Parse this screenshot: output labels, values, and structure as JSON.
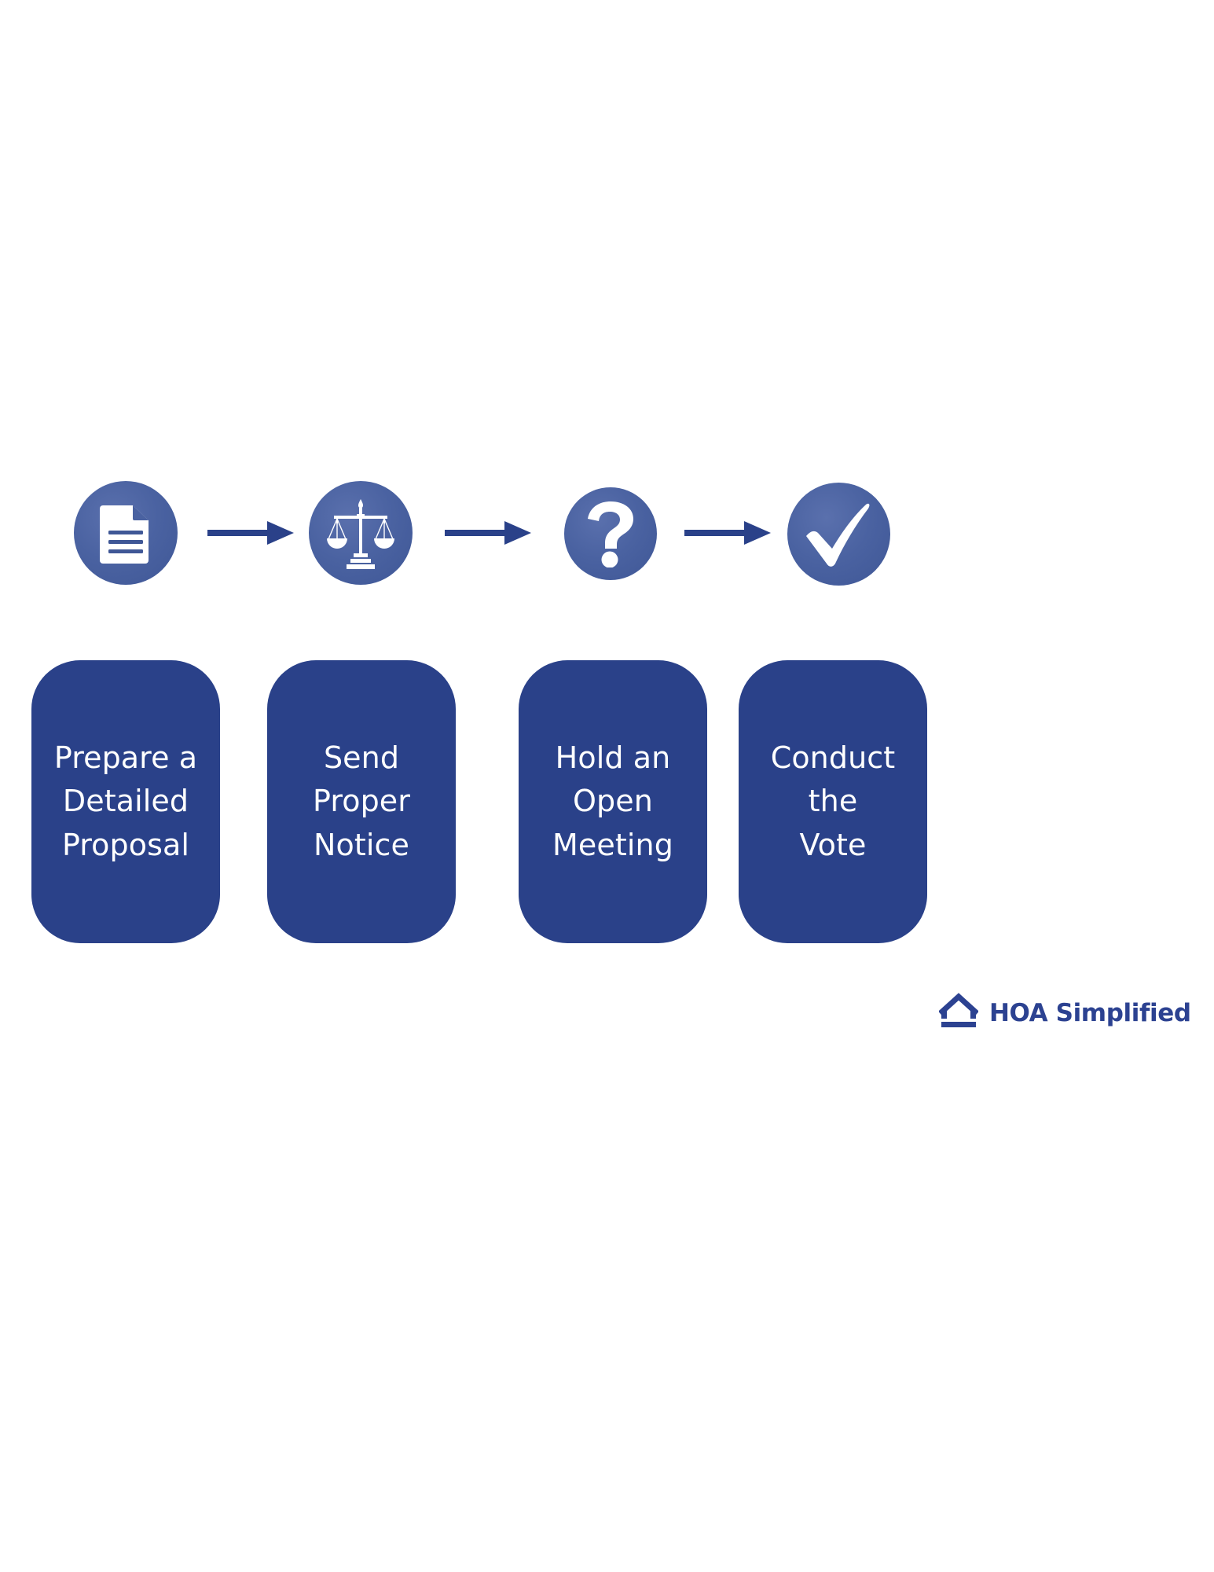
{
  "graphic": {
    "type": "process-flow",
    "orientation": "horizontal",
    "background_color": "#ffffff",
    "circle_color": "#4a62a1",
    "box_color": "#2a4189",
    "arrow_color": "#2a4189",
    "label_color": "#ffffff"
  },
  "steps": [
    {
      "index": "1",
      "icon": "document-icon",
      "label": "Prepare a\nDetailed\nProposal"
    },
    {
      "index": "2",
      "icon": "scales-of-justice-icon",
      "label": "Send Proper\nNotice"
    },
    {
      "index": "3",
      "icon": "question-mark-icon",
      "label": "Hold an\nOpen\nMeeting"
    },
    {
      "index": "4",
      "icon": "checkmark-icon",
      "label": "Conduct the\nVote"
    }
  ],
  "connectors": [
    {
      "icon": "arrow-right-icon"
    },
    {
      "icon": "arrow-right-icon"
    },
    {
      "icon": "arrow-right-icon"
    }
  ],
  "brand": {
    "name": "HOA Simplified",
    "mark": "house-outline-icon",
    "color": "#2c4291"
  }
}
